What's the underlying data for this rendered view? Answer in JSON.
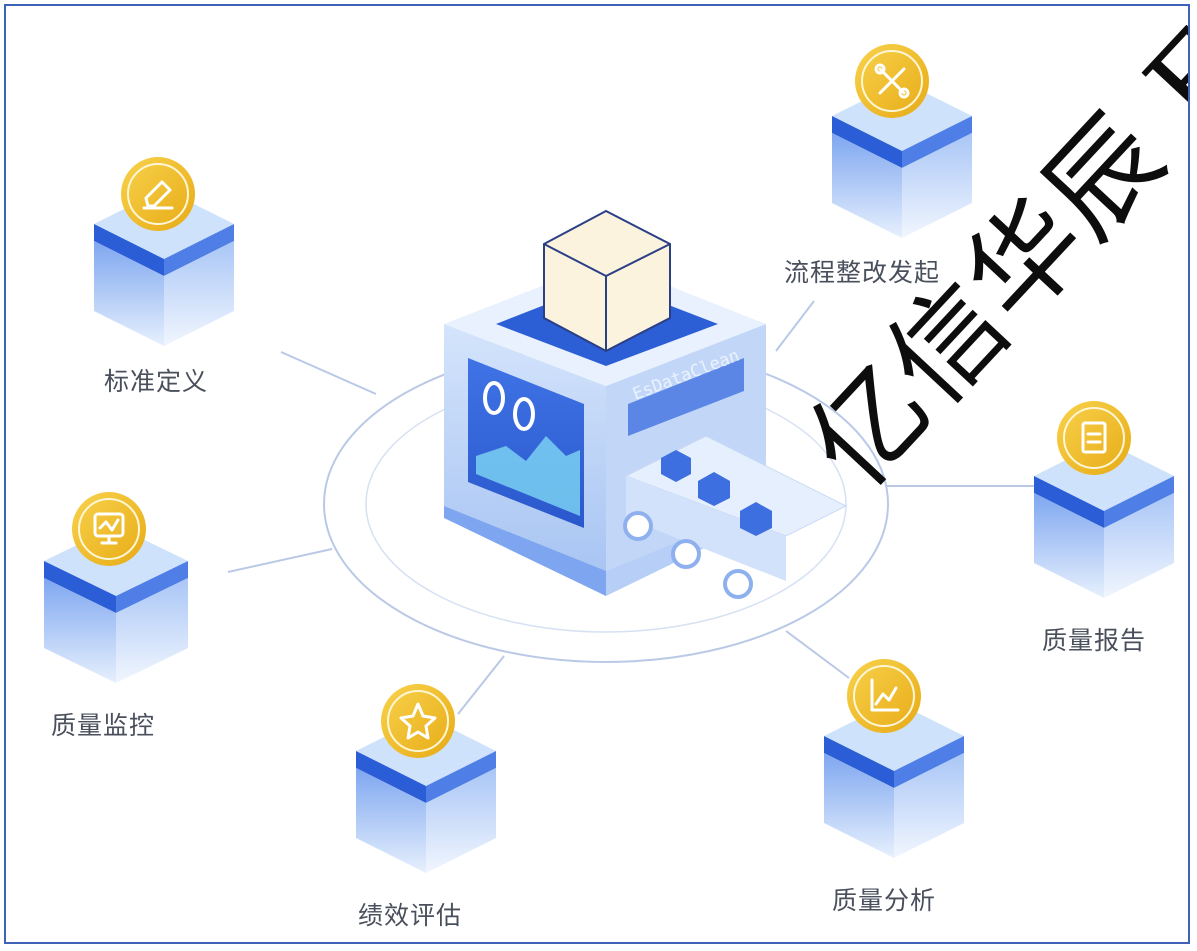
{
  "hub": {
    "badge_text": "EsDataClean"
  },
  "nodes": {
    "standard_definition": {
      "label": "标准定义",
      "icon": "pencil-icon"
    },
    "quality_monitoring": {
      "label": "质量监控",
      "icon": "monitor-icon"
    },
    "performance_evaluation": {
      "label": "绩效评估",
      "icon": "star-icon"
    },
    "quality_analysis": {
      "label": "质量分析",
      "icon": "line-chart-icon"
    },
    "quality_report": {
      "label": "质量报告",
      "icon": "document-icon"
    },
    "process_rectification": {
      "label": "流程整改发起",
      "icon": "tools-icon"
    }
  },
  "watermark": {
    "text": "亿信华辰 ESI"
  },
  "colors": {
    "frame": "#3c63b8",
    "cube_top": "#cfe2fb",
    "cube_stripe": "#2b5ed6",
    "cube_side": "#8fb4f4",
    "coin": "#f3c331",
    "coin_dark": "#e0a615",
    "line": "#b9c9e6"
  }
}
